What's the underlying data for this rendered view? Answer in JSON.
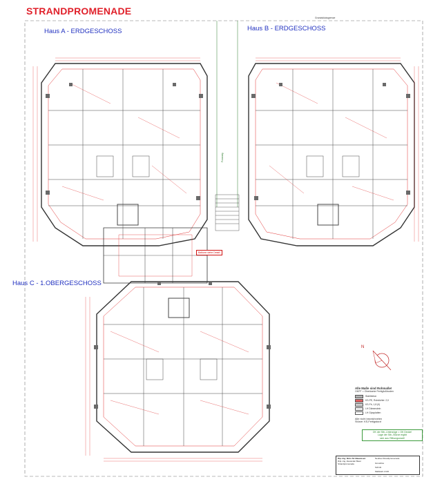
{
  "title": "STRANDPROMENADE",
  "labels": {
    "haus_a": "Haus A - ERDGESCHOSS",
    "haus_b": "Haus B - ERDGESCHOSS",
    "haus_c": "Haus C - 1.OBERGESCHOSS",
    "grundstuecksgrenze": "Grundstücksgrenze",
    "fussweg": "Fussweg",
    "balkone_note": "Balkone siehe Detail!"
  },
  "legend": {
    "heading": "Alle Maße sind Rohmaße!",
    "offf": "OKFF = Oberkante Fertigfußboden",
    "items": [
      {
        "label": "Stahlbeton",
        "color": "#b0b0b0"
      },
      {
        "label": "KS-PE, Rohdichte: 2,0",
        "color": "#e06060"
      },
      {
        "label": "KS-Fb, 1,8 (II)",
        "color": "#d0d0d0"
      },
      {
        "label": "LH Dämmstein",
        "color": "#f0f0f0"
      },
      {
        "label": "LH Gipsplatten",
        "color": "#ffffff"
      }
    ],
    "note1": "Alle nicht bezeichneten",
    "note2": "Stürze: KS-Fertigsturz!",
    "green_lines": [
      "OK der Stb.-Unterzüge = OK Decke!",
      "Lage der Stb.-Stürze ergibt",
      "sich aus Öffnungsmaß!"
    ]
  },
  "titleblock": {
    "lines": [
      "Dip.-Ing. Büro für Bauwesen",
      "Dipl.-Ing. Alexander Beier",
      "Strandpromenade",
      "Grundriss",
      "Schnitt",
      "Maßstab 1:100"
    ],
    "project": "Neubau Strandpromenade"
  },
  "north": "N"
}
